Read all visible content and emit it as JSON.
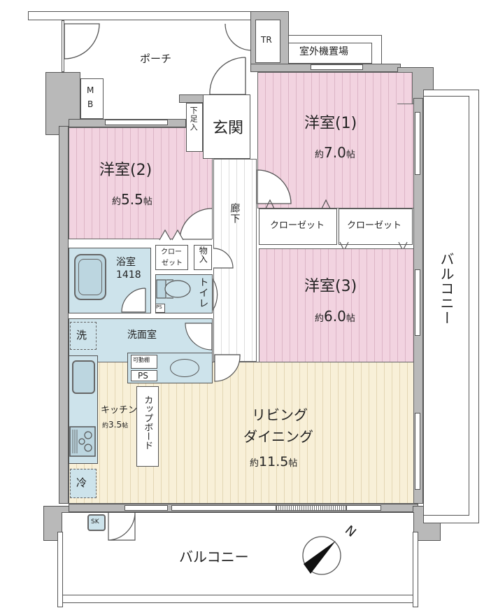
{
  "floorplan": {
    "rooms": {
      "porch": {
        "label": "ポーチ"
      },
      "tr": {
        "label": "TR"
      },
      "outdoor_unit": {
        "label": "室外機置場"
      },
      "mb": {
        "label": "M\nB",
        "line1": "M",
        "line2": "B"
      },
      "shoe_storage": {
        "label": "下足入"
      },
      "entrance": {
        "label": "玄関"
      },
      "western1": {
        "label": "洋室(1)",
        "size": "約7.0帖",
        "size_prefix": "約",
        "size_value": "7.0",
        "size_unit": "帖"
      },
      "western2": {
        "label": "洋室(2)",
        "size": "約5.5帖",
        "size_prefix": "約",
        "size_value": "5.5",
        "size_unit": "帖"
      },
      "western3": {
        "label": "洋室(3)",
        "size": "約6.0帖",
        "size_prefix": "約",
        "size_value": "6.0",
        "size_unit": "帖"
      },
      "hallway": {
        "label": "廊下"
      },
      "closet_a": {
        "label": "クローゼット"
      },
      "closet_b": {
        "label": "クローゼット"
      },
      "small_closet": {
        "line1": "クロー",
        "line2": "ゼット"
      },
      "storage": {
        "label": "物入"
      },
      "bathroom": {
        "label": "浴室",
        "size": "1418"
      },
      "toilet": {
        "label": "トイレ"
      },
      "ps_toilet": {
        "label": "PS"
      },
      "washroom": {
        "label": "洗面室"
      },
      "washer": {
        "label": "洗"
      },
      "movable_shelf": {
        "label": "可動棚"
      },
      "ps_wash": {
        "label": "PS"
      },
      "kitchen": {
        "label": "キッチン",
        "size": "約3.5帖",
        "size_prefix": "約",
        "size_value": "3.5",
        "size_unit": "帖"
      },
      "cupboard": {
        "label": "カップボード"
      },
      "fridge": {
        "label": "冷"
      },
      "living_dining": {
        "line1": "リビング",
        "line2": "ダイニング",
        "size_prefix": "約",
        "size_value": "11.5",
        "size_unit": "帖"
      },
      "balcony_south": {
        "label": "バルコニー"
      },
      "balcony_east": {
        "label": "バルコニー"
      },
      "slop_sink": {
        "label": "SK"
      }
    },
    "compass": {
      "label": "N"
    },
    "colors": {
      "western_room": "#f2d3e0",
      "living": "#f8f0d8",
      "wet_area": "#cde3eb",
      "wall": "#b9b9b9",
      "line": "#555555"
    }
  }
}
